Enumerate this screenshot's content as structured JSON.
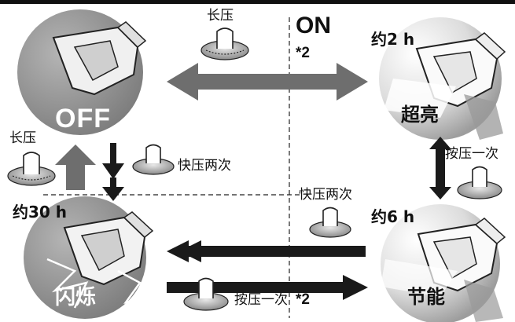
{
  "modes": {
    "off": {
      "label": "OFF"
    },
    "on": {
      "label": "ON",
      "note": "*2"
    },
    "high": {
      "runtime": "约2 h",
      "name": "超亮"
    },
    "eco": {
      "runtime": "约6 h",
      "name": "节能"
    },
    "flash": {
      "runtime": "约30 h",
      "name": "闪烁"
    }
  },
  "actions": {
    "long_press_top": "长压",
    "long_press_left": "长压",
    "double_press_left": "快压两次",
    "double_press_right": "快压两次",
    "press_once_right": "按压一次",
    "press_once_bottom": "按压一次",
    "press_once_bottom_note": "*2"
  },
  "colors": {
    "circle_gray": "#8c8c8c",
    "arrow_dark": "#1a1a1a",
    "arrow_gray": "#6e6e6e",
    "highlight_white": "#ffffff"
  }
}
